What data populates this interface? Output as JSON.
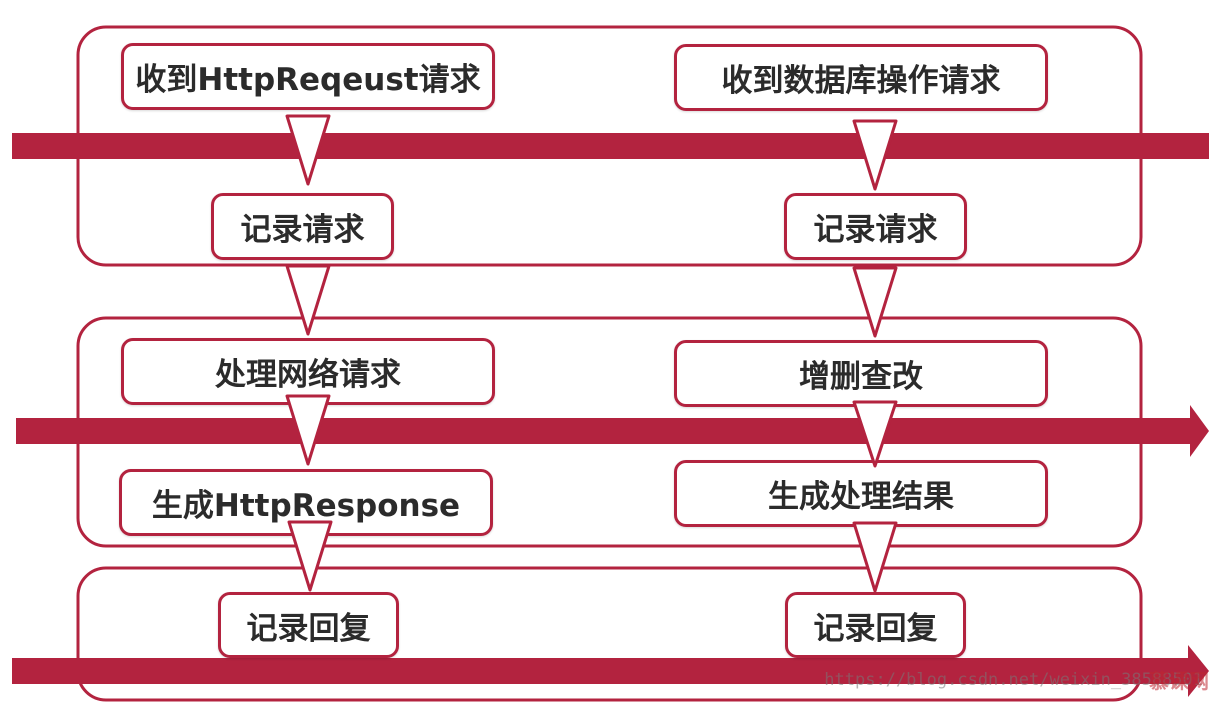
{
  "left_flow": {
    "receive_request": "收到HttpReqeust请求",
    "log_request": "记录请求",
    "process_network": "处理网络请求",
    "generate_response": "生成HttpResponse",
    "log_reply": "记录回复"
  },
  "right_flow": {
    "receive_db_op": "收到数据库操作请求",
    "log_request": "记录请求",
    "crud": "增删查改",
    "generate_result": "生成处理结果",
    "log_reply": "记录回复"
  },
  "watermark": "https://blog.csdn.net/weixin_38588501",
  "logo_text": "慕课网",
  "colors": {
    "accent": "#b3233f",
    "text": "#2b2b2b",
    "background": "#ffffff"
  }
}
